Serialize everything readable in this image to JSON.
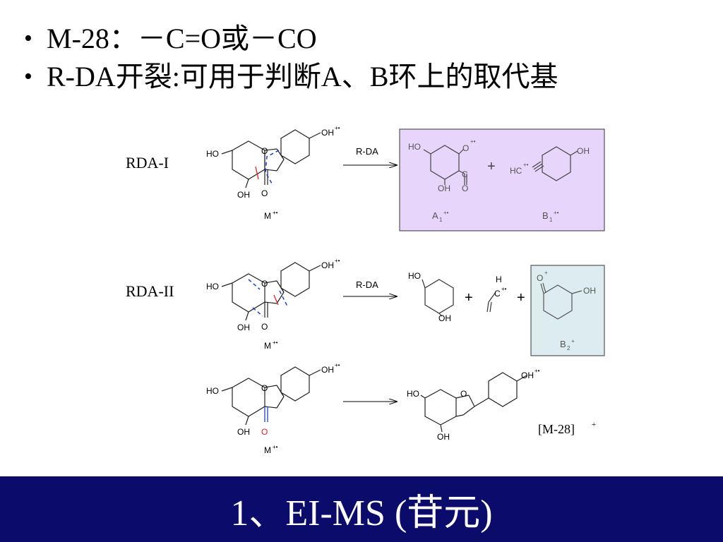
{
  "bullets": [
    {
      "text": "M-28：－C=O或－CO"
    },
    {
      "text": "R-DA开裂:可用于判断A、B环上的取代基"
    }
  ],
  "scheme": {
    "rows": [
      {
        "label": "RDA-I",
        "arrow_label": "R-DA",
        "ion": "M",
        "ion_sup": "+•"
      },
      {
        "label": "RDA-II",
        "arrow_label": "R-DA",
        "ion": "M",
        "ion_sup": "+•"
      },
      {
        "label": "",
        "arrow_label": "",
        "ion": "M",
        "ion_sup": "+•"
      }
    ],
    "atoms": {
      "HO": "HO",
      "OH": "OH",
      "O": "O",
      "C": "C",
      "H": "H",
      "HC": "HC",
      "rad": "+•",
      "plus_sign": "+",
      "radical_dots": "+•"
    },
    "fragments": {
      "A1": "A",
      "A1_sub": "1",
      "A1_sup": "+•",
      "B1": "B",
      "B1_sub": "1",
      "B1_sup": "+•",
      "B2": "B",
      "B2_sub": "2",
      "B2_sup": "+",
      "m28": "[M-28]",
      "m28_sup": "+"
    },
    "colors": {
      "purple_box": "#e8d5fb",
      "blue_box": "#dcecf0",
      "cleavage": "#1f3fd0",
      "red_bond": "#e02020"
    }
  },
  "footer": {
    "title": "1、EI-MS (苷元)",
    "bg": "#0b0b6b"
  }
}
